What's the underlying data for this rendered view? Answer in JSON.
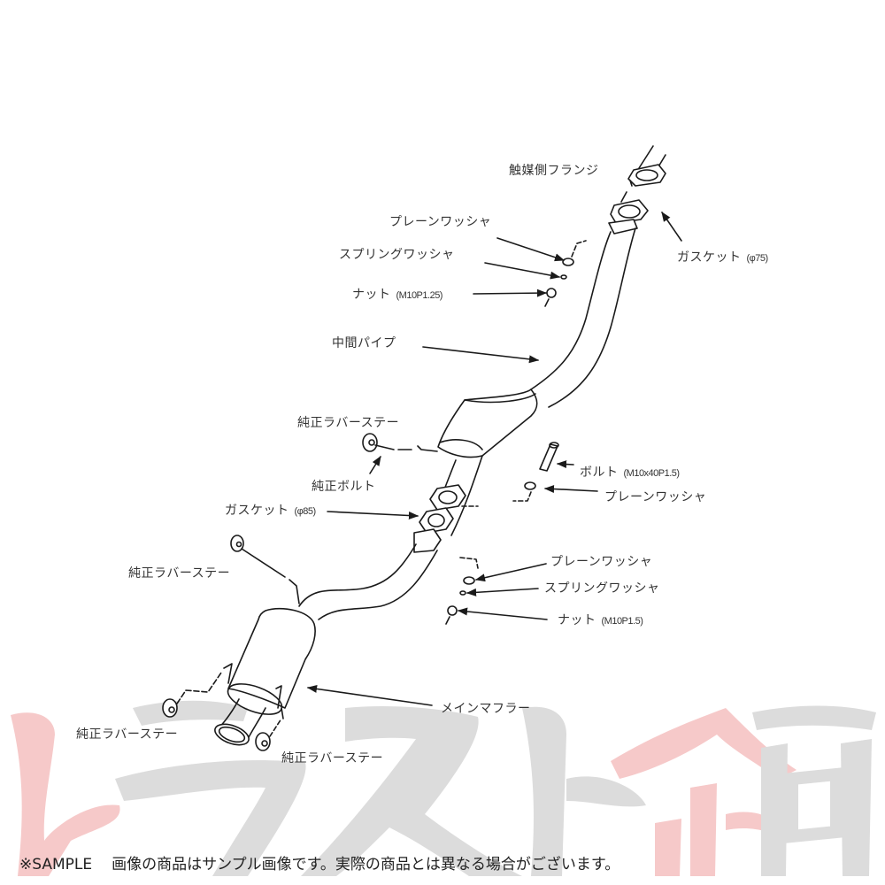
{
  "diagram": {
    "type": "exhaust-system-exploded-view",
    "labels": {
      "catalyst_flange": "触媒側フランジ",
      "gasket_75": {
        "name": "ガスケット",
        "spec": "(φ75)"
      },
      "plain_washer_top": "プレーンワッシャ",
      "spring_washer_top": "スプリングワッシャ",
      "nut_top": {
        "name": "ナット",
        "spec": "(M10P1.25)"
      },
      "center_pipe": "中間パイプ",
      "rubber_stay_1": "純正ラバーステー",
      "oem_bolt": "純正ボルト",
      "bolt": {
        "name": "ボルト",
        "spec": "(M10x40P1.5)"
      },
      "plain_washer_mid": "プレーンワッシャ",
      "gasket_85": {
        "name": "ガスケット",
        "spec": "(φ85)"
      },
      "rubber_stay_2": "純正ラバーステー",
      "plain_washer_low": "プレーンワッシャ",
      "spring_washer_low": "スプリングワッシャ",
      "nut_low": {
        "name": "ナット",
        "spec": "(M10P1.5)"
      },
      "main_muffler": "メインマフラー",
      "rubber_stay_3": "純正ラバーステー",
      "rubber_stay_4": "純正ラバーステー"
    },
    "colors": {
      "line": "#1a1a1a",
      "label": "#333333",
      "watermark_red": "#f6c9c9",
      "watermark_gray": "#dcdcdc"
    }
  },
  "watermark": {
    "chars": [
      "ト",
      "ラ",
      "ス",
      "ト",
      "企",
      "画"
    ]
  },
  "footer": {
    "prefix": "※SAMPLE",
    "notice": "画像の商品はサンプル画像です。実際の商品とは異なる場合がございます。"
  }
}
